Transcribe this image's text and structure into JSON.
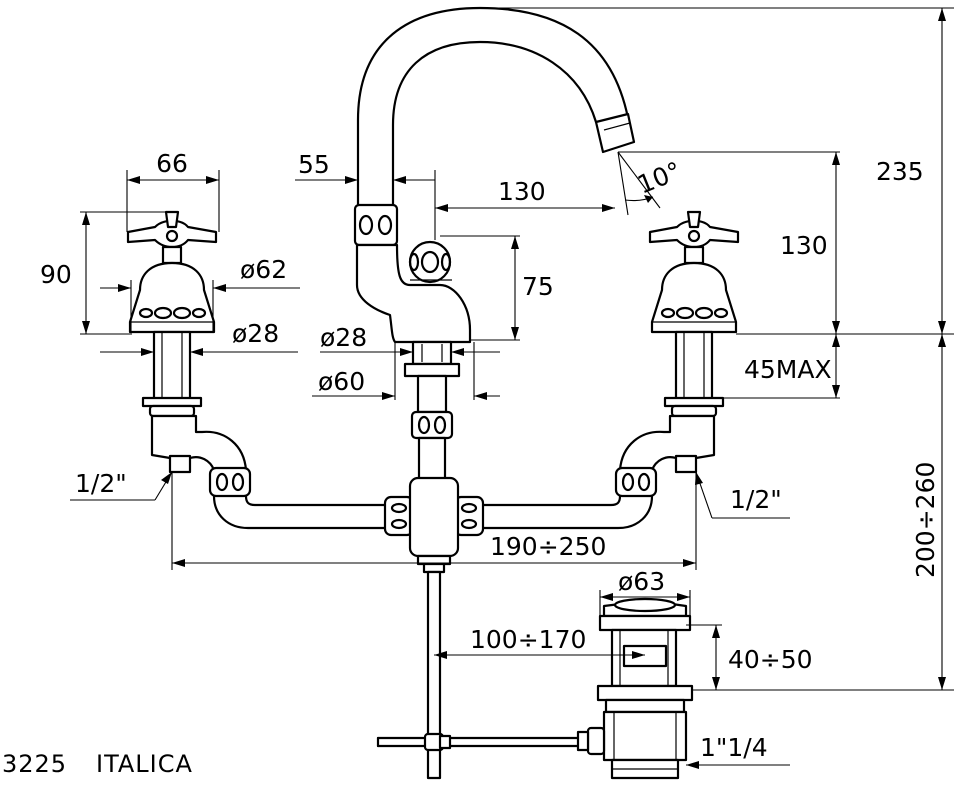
{
  "drawing": {
    "title_code": "3225",
    "title_name": "ITALICA"
  },
  "dimensions": {
    "handle_width": "66",
    "handle_height": "90",
    "rosette_dia": "ø62",
    "shank_dia_left": "ø28",
    "spout_offset": "55",
    "spout_reach": "130",
    "spout_angle": "10°",
    "total_height": "235",
    "spout_height": "130",
    "body_height": "75",
    "body_shank_dia": "ø28",
    "body_base_dia": "ø60",
    "deck_max": "45MAX",
    "pipe_left": "1/2\"",
    "pipe_right": "1/2\"",
    "centres": "190÷250",
    "under_height": "200÷260",
    "waste_dia": "ø63",
    "rod_distance": "100÷170",
    "waste_height": "40÷50",
    "waste_thread": "1\"1/4"
  }
}
